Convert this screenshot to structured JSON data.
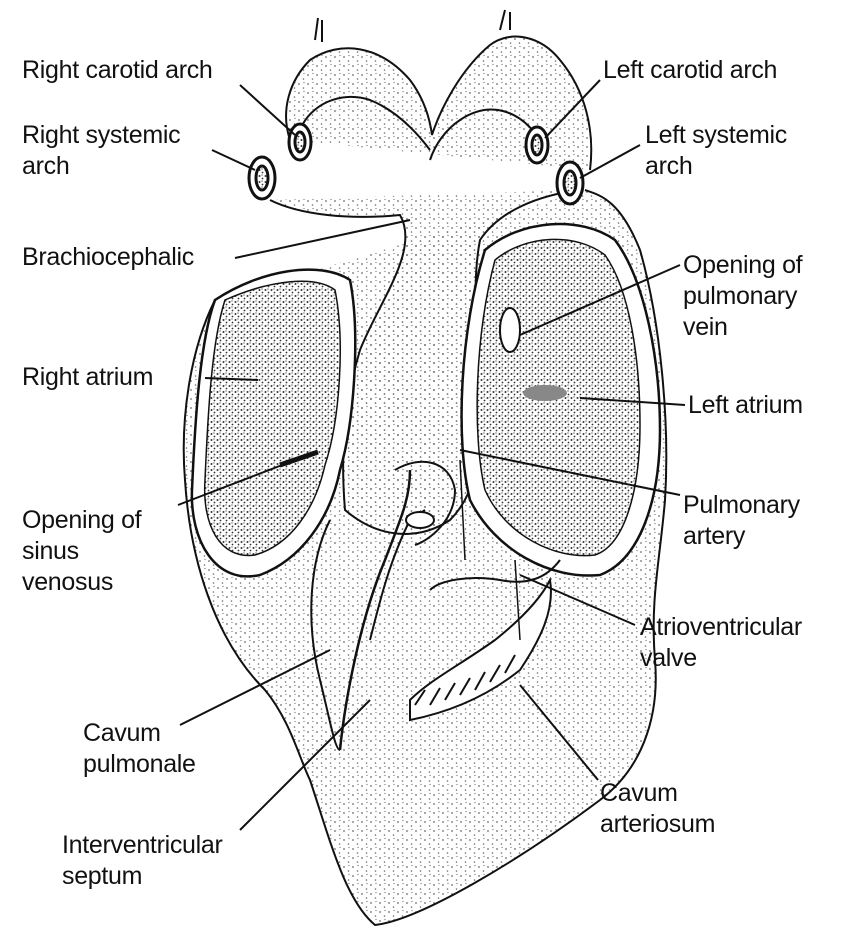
{
  "labels": {
    "right_carotid_arch": [
      "Right carotid arch"
    ],
    "left_carotid_arch": [
      "Left carotid arch"
    ],
    "right_systemic_arch": [
      "Right systemic",
      "arch"
    ],
    "left_systemic_arch": [
      "Left systemic",
      "arch"
    ],
    "brachiocephalic": [
      "Brachiocephalic"
    ],
    "opening_pulmonary_vein": [
      "Opening of",
      "pulmonary",
      "vein"
    ],
    "right_atrium": [
      "Right atrium"
    ],
    "left_atrium": [
      "Left atrium"
    ],
    "opening_sinus_venosus": [
      "Opening of",
      "sinus",
      "venosus"
    ],
    "pulmonary_artery": [
      "Pulmonary",
      "artery"
    ],
    "atrioventricular_valve": [
      "Atrioventricular",
      "valve"
    ],
    "cavum_pulmonale": [
      "Cavum",
      "pulmonale"
    ],
    "cavum_arteriosum": [
      "Cavum",
      "arteriosum"
    ],
    "interventricular_septum": [
      "Interventricular",
      "septum"
    ]
  },
  "colors": {
    "ink": "#111111",
    "stipple": "#6b6b6b",
    "background": "#ffffff"
  }
}
